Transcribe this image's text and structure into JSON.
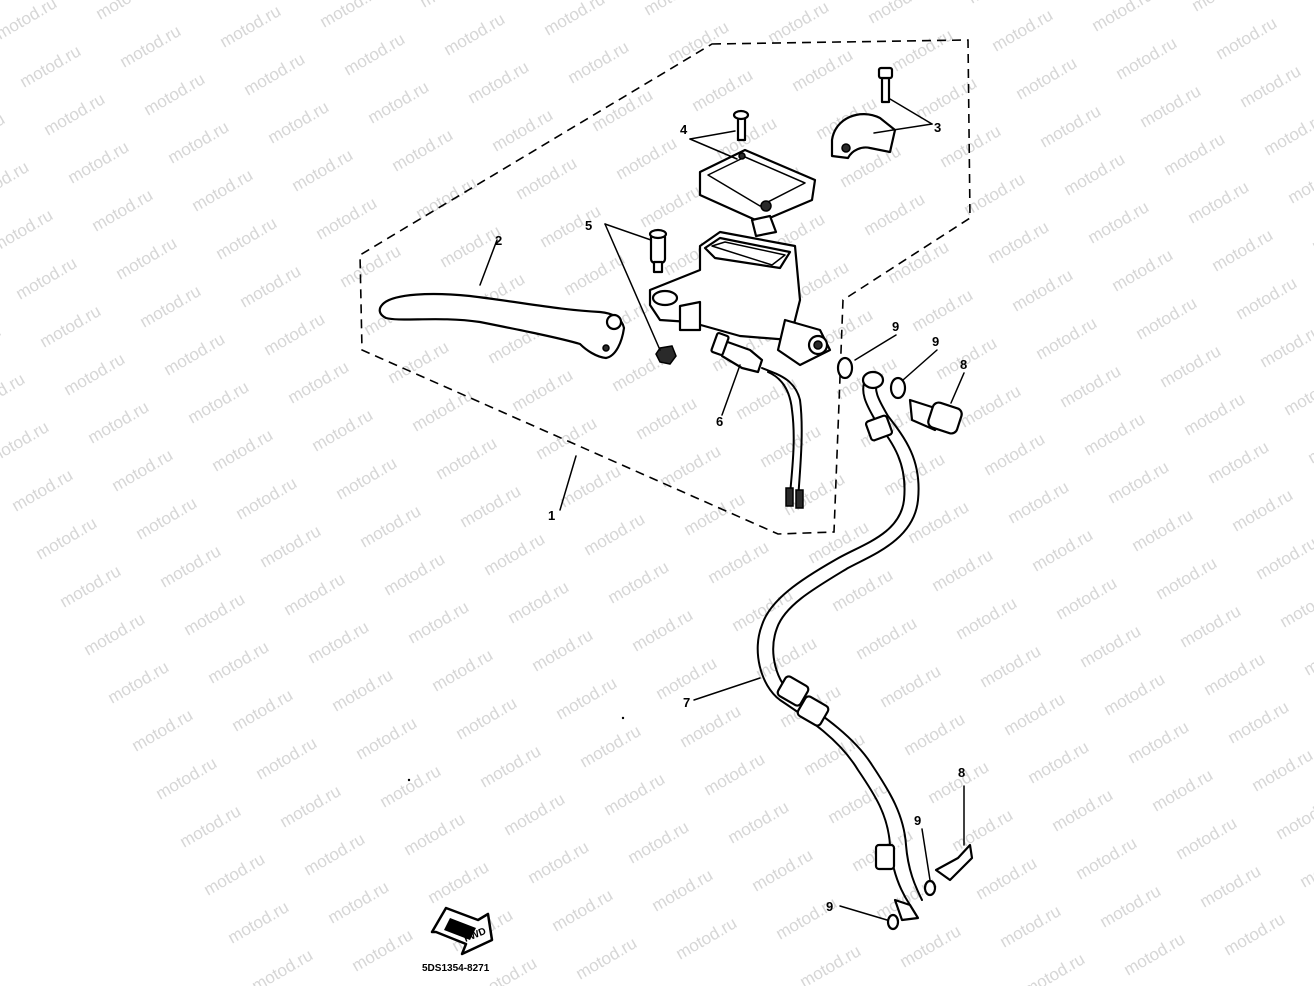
{
  "watermark": "motod.ru",
  "fwd_label": "FWD",
  "drawing_code": "5DS1354-8271",
  "callouts": {
    "c1": "1",
    "c2": "2",
    "c3": "3",
    "c4": "4",
    "c5": "5",
    "c6": "6",
    "c7": "7",
    "c8a": "8",
    "c8b": "8",
    "c9a": "9",
    "c9b": "9",
    "c9c": "9",
    "c9d": "9"
  }
}
